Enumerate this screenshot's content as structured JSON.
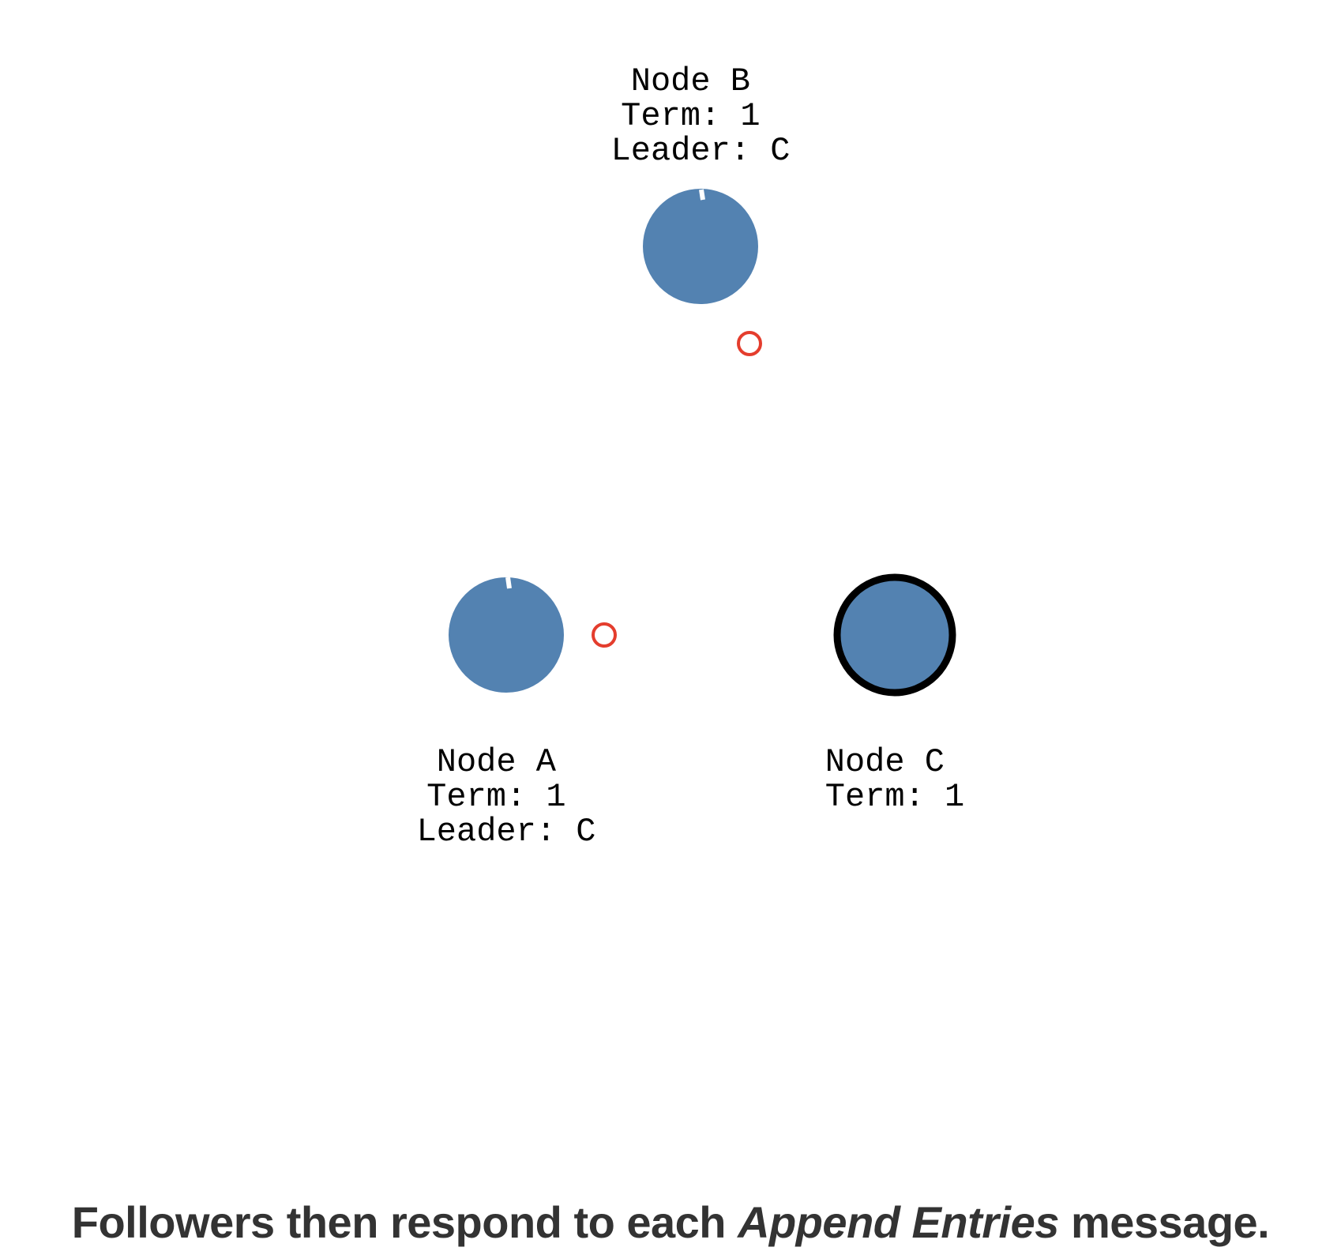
{
  "colors": {
    "node_fill": "#5382b1",
    "leader_stroke": "#000000",
    "message_stroke": "#e43d2d",
    "timeout_tick": "#ffffff",
    "caption_text": "#333333"
  },
  "nodes": {
    "a": {
      "role": "follower",
      "lines": [
        "Node A",
        "Term: 1",
        "Leader: C"
      ]
    },
    "b": {
      "role": "follower",
      "lines": [
        "Node B",
        "Term: 1",
        "Leader: C"
      ]
    },
    "c": {
      "role": "leader",
      "lines": [
        "Node C",
        "Term: 1"
      ]
    }
  },
  "messages": [
    {
      "type": "append-entries-response",
      "from": "A",
      "to": "C"
    },
    {
      "type": "append-entries-response",
      "from": "B",
      "to": "C"
    }
  ],
  "caption": {
    "before": "Followers then respond to each ",
    "emphasis": "Append Entries",
    "after": " message."
  }
}
